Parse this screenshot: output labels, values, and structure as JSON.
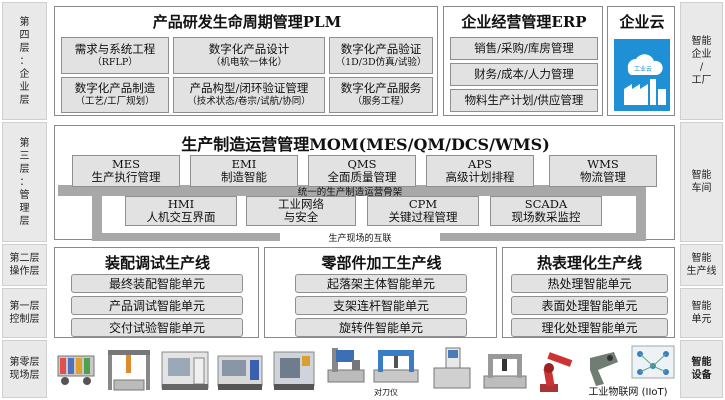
{
  "side_left": [
    "第\n四\n层\n：\n企\n业\n层",
    "第\n三\n层\n：\n管\n理\n层",
    "第二层\n操作层",
    "第一层\n控制层",
    "第零层\n现场层"
  ],
  "side_right": [
    "智能\n企业\n/\n工厂",
    "智能\n车间",
    "智能\n生产线",
    "智能\n单元",
    "智能\n设备"
  ],
  "plm": {
    "title": "产品研发生命周期管理PLM",
    "cells": [
      {
        "t": "需求与系统工程",
        "s": "（RFLP）"
      },
      {
        "t": "数字化产品设计",
        "s": "（机电软一体化）"
      },
      {
        "t": "数字化产品验证",
        "s": "（1D/3D仿真/试验）"
      },
      {
        "t": "数字化产品制造",
        "s": "（工艺/工厂规划）"
      },
      {
        "t": "产品构型/闭环验证管理",
        "s": "（技术状态/卷宗/试航/协同）"
      },
      {
        "t": "数字化产品服务",
        "s": "（服务工程）"
      }
    ]
  },
  "erp": {
    "title": "企业经营管理ERP",
    "rows": [
      "销售/采购/库房管理",
      "财务/成本/人力管理",
      "物料生产计划/供应管理"
    ]
  },
  "cloud": {
    "title": "企业云",
    "icon_label": "工业云"
  },
  "mom": {
    "title": "生产制造运营管理MOM(MES/QM/DCS/WMS)",
    "row1": [
      {
        "t": "MES",
        "s": "生产执行管理"
      },
      {
        "t": "EMI",
        "s": "制造智能"
      },
      {
        "t": "QMS",
        "s": "全面质量管理"
      },
      {
        "t": "APS",
        "s": "高级计划排程"
      },
      {
        "t": "WMS",
        "s": "物流管理"
      }
    ],
    "row2": [
      {
        "t": "HMI",
        "s": "人机交互界面"
      },
      {
        "t": "工业网络",
        "s": "与安全"
      },
      {
        "t": "CPM",
        "s": "关键过程管理"
      },
      {
        "t": "SCADA",
        "s": "现场数采监控"
      }
    ],
    "bus1": "统一的生产制造运营骨架",
    "bus2": "生产现场的互联"
  },
  "lines": [
    {
      "title": "装配调试生产线",
      "units": [
        "最终装配智能单元",
        "产品调试智能单元",
        "交付试验智能单元"
      ]
    },
    {
      "title": "零部件加工生产线",
      "units": [
        "起落架主体智能单元",
        "支架连杆智能单元",
        "旋转件智能单元"
      ]
    },
    {
      "title": "热表理化生产线",
      "units": [
        "热处理智能单元",
        "表面处理智能单元",
        "理化处理智能单元"
      ]
    }
  ],
  "equipment": {
    "items": [
      "agv-cart",
      "gantry-robot",
      "machining-center",
      "cnc-lathe",
      "machine-tool",
      "tool-presetter",
      "cmm",
      "inspection-station",
      "robot-arm",
      "handheld-scanner"
    ],
    "tool_label": "对刀仪",
    "iiot_label": "工业物联网 (IIoT)"
  }
}
